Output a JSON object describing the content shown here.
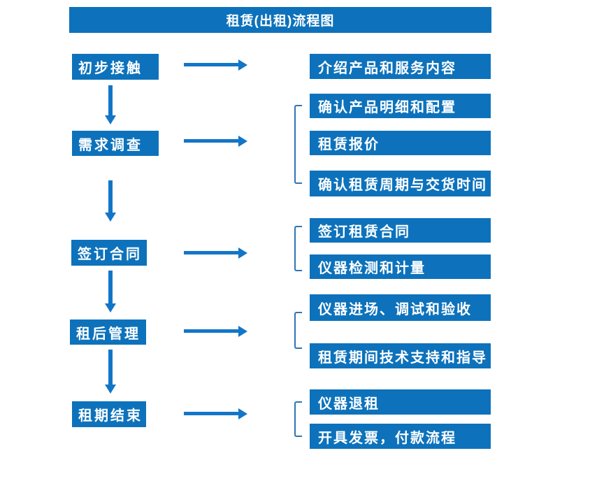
{
  "title": "租赁(出租)流程图",
  "colors": {
    "box_blue": "#0d72bb",
    "arrow_blue": "#1276c8",
    "bracket_blue": "#2e75b6",
    "text_white": "#ffffff"
  },
  "steps": [
    {
      "label": "初步接触",
      "details": [
        "介绍产品和服务内容"
      ]
    },
    {
      "label": "需求调查",
      "details": [
        "确认产品明细和配置",
        "租赁报价",
        "确认租赁周期与交货时间"
      ]
    },
    {
      "label": "签订合同",
      "details": [
        "签订租赁合同",
        "仪器检测和计量"
      ]
    },
    {
      "label": "租后管理",
      "details": [
        "仪器进场、调试和验收",
        "租赁期间技术支持和指导"
      ]
    },
    {
      "label": "租期结束",
      "details": [
        "仪器退租",
        "开具发票，付款流程"
      ]
    }
  ]
}
